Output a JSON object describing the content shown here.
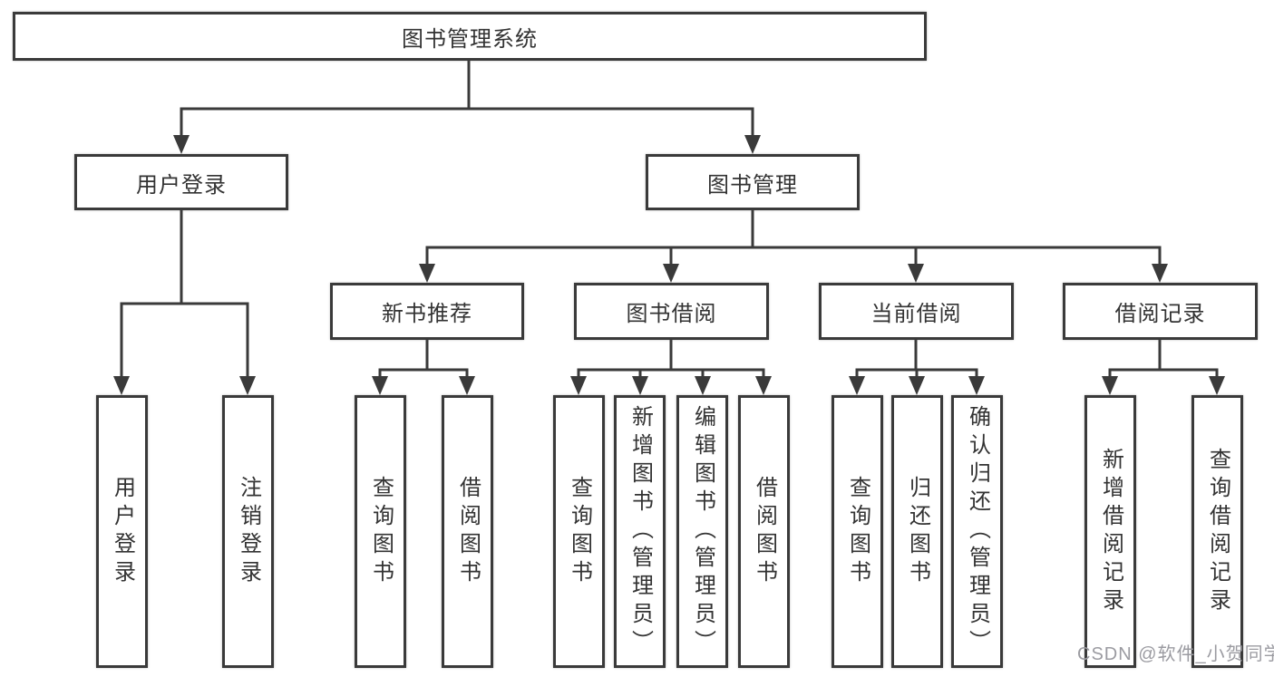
{
  "tree": {
    "root": {
      "label": "图书管理系统",
      "children": [
        {
          "label": "用户登录",
          "children": [
            {
              "label": "用户登录"
            },
            {
              "label": "注销登录"
            }
          ]
        },
        {
          "label": "图书管理",
          "children": [
            {
              "label": "新书推荐",
              "children": [
                {
                  "label": "查询图书"
                },
                {
                  "label": "借阅图书"
                }
              ]
            },
            {
              "label": "图书借阅",
              "children": [
                {
                  "label": "查询图书"
                },
                {
                  "label": "新增图书（管理员）"
                },
                {
                  "label": "编辑图书（管理员）"
                },
                {
                  "label": "借阅图书"
                }
              ]
            },
            {
              "label": "当前借阅",
              "children": [
                {
                  "label": "查询图书"
                },
                {
                  "label": "归还图书"
                },
                {
                  "label": "确认归还（管理员）"
                }
              ]
            },
            {
              "label": "借阅记录",
              "children": [
                {
                  "label": "新增借阅记录"
                },
                {
                  "label": "查询借阅记录"
                }
              ]
            }
          ]
        }
      ]
    }
  },
  "watermark": {
    "text": "CSDN @软件_小贺同学"
  },
  "colors": {
    "line": "#3a3a3a",
    "box_border": "#3a3a3a",
    "text": "#333333",
    "watermark": "#9b9ba1",
    "background": "#ffffff"
  }
}
